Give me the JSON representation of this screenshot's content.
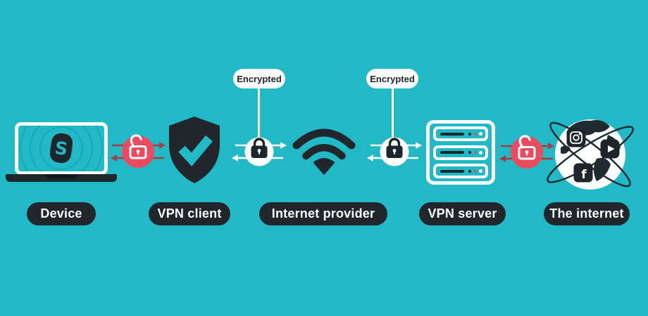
{
  "background_color": "#22b9c7",
  "accent_colors": {
    "dark": "#20262b",
    "insecure_lock_red": "#ec4b5f",
    "insecure_arrow_red": "#a63b45",
    "encrypted_white": "#ffffff",
    "screen_circle_teal": "#19a8b6",
    "server_dot_red": "#d94f5c"
  },
  "encrypted_labels": [
    {
      "text": "Encrypted"
    },
    {
      "text": "Encrypted"
    }
  ],
  "nodes": [
    {
      "id": "device",
      "label": "Device",
      "icon": "laptop-icon",
      "logo": "surfshark-logo"
    },
    {
      "id": "vpn-client",
      "label": "VPN client",
      "icon": "shield-check-icon"
    },
    {
      "id": "internet-provider",
      "label": "Internet provider",
      "icon": "wifi-icon"
    },
    {
      "id": "vpn-server",
      "label": "VPN server",
      "icon": "server-rack-icon"
    },
    {
      "id": "the-internet",
      "label": "The internet",
      "icon": "globe-social-icon"
    }
  ],
  "connections": [
    {
      "from": "device",
      "to": "vpn-client",
      "encrypted": false,
      "lock": "open-lock-icon",
      "lock_color": "#ec4b5f",
      "arrow_color": "#a63b45"
    },
    {
      "from": "vpn-client",
      "to": "internet-provider",
      "encrypted": true,
      "lock": "closed-lock-icon",
      "lock_color": "#ffffff",
      "arrow_color": "#ffffff"
    },
    {
      "from": "internet-provider",
      "to": "vpn-server",
      "encrypted": true,
      "lock": "closed-lock-icon",
      "lock_color": "#ffffff",
      "arrow_color": "#ffffff"
    },
    {
      "from": "vpn-server",
      "to": "the-internet",
      "encrypted": false,
      "lock": "open-lock-icon",
      "lock_color": "#ec4b5f",
      "arrow_color": "#a63b45"
    }
  ],
  "internet_icons": [
    "instagram-icon",
    "youtube-icon",
    "facebook-icon"
  ]
}
